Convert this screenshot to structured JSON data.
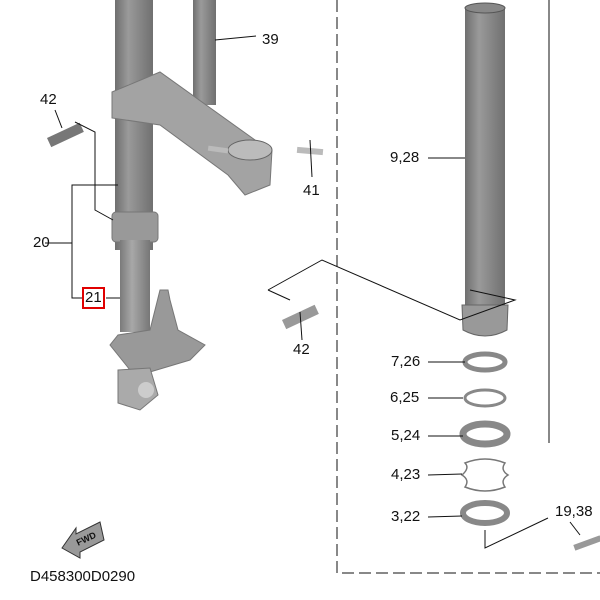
{
  "diagram": {
    "code": "D458300D0290",
    "fwd_label": "FWD",
    "highlight_color": "#e00000",
    "callouts": [
      {
        "id": "39",
        "label": "39"
      },
      {
        "id": "42a",
        "label": "42"
      },
      {
        "id": "20",
        "label": "20"
      },
      {
        "id": "21",
        "label": "21",
        "highlighted": true
      },
      {
        "id": "41",
        "label": "41"
      },
      {
        "id": "42b",
        "label": "42"
      },
      {
        "id": "928",
        "label": "9,28"
      },
      {
        "id": "726",
        "label": "7,26"
      },
      {
        "id": "625",
        "label": "6,25"
      },
      {
        "id": "524",
        "label": "5,24"
      },
      {
        "id": "423",
        "label": "4,23"
      },
      {
        "id": "322",
        "label": "3,22"
      },
      {
        "id": "1938",
        "label": "19,38"
      }
    ]
  }
}
